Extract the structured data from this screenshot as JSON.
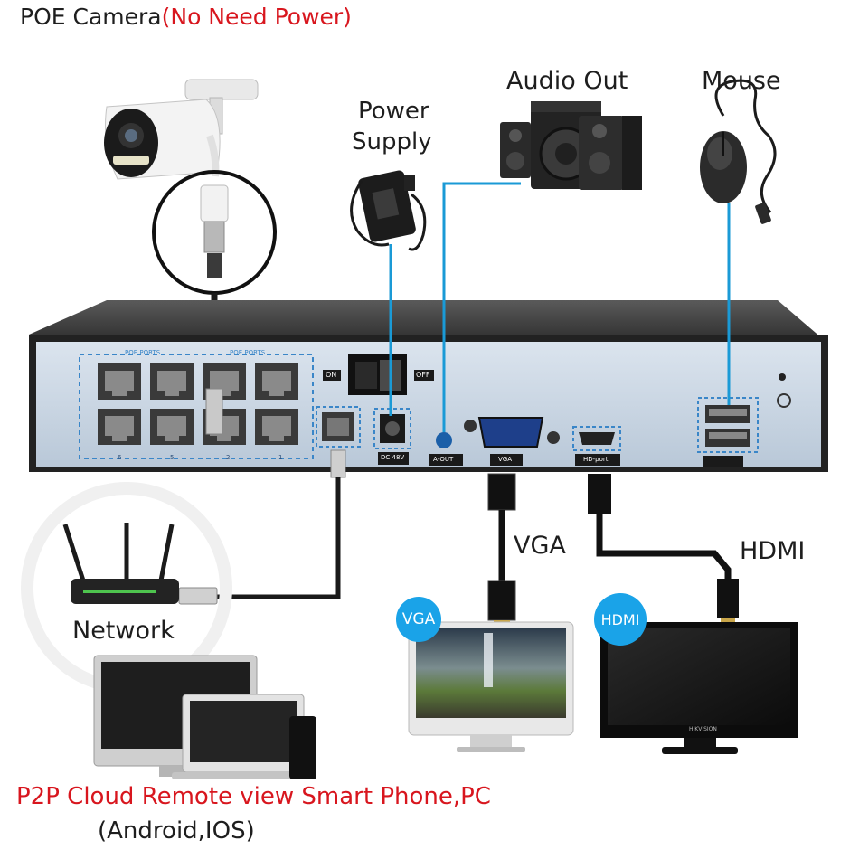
{
  "header": {
    "camera_label": "POE Camera",
    "camera_note": "(No Need Power)"
  },
  "labels": {
    "power_supply": "Power",
    "power_supply_line2": "Supply",
    "audio_out": "Audio Out",
    "mouse": "Mouse",
    "vga": "VGA",
    "hdmi": "HDMI",
    "network": "Network"
  },
  "nvr_panel": {
    "poe_ports_left": "POE PORTS",
    "poe_ports_right": "POE PORTS",
    "switch_on": "ON",
    "switch_off": "OFF",
    "dc_label": "DC 48V",
    "aout_label": "A-OUT",
    "vga_port_label": "VGA",
    "hd_port_label": "HD-port",
    "port_numbers": [
      "6",
      "5",
      "2",
      "1"
    ]
  },
  "monitors": {
    "vga_badge": "VGA",
    "hdmi_badge": "HDMI",
    "hdmi_brand": "HIKVISION"
  },
  "footer": {
    "remote_view": "P2P Cloud Remote view Smart Phone,PC",
    "platforms": "(Android,IOS)"
  },
  "colors": {
    "accent_red": "#d8161e",
    "cable_blue": "#1a9ad6",
    "nvr_panel": "#c9d6e3",
    "badge_blue": "#1aa3e8"
  }
}
